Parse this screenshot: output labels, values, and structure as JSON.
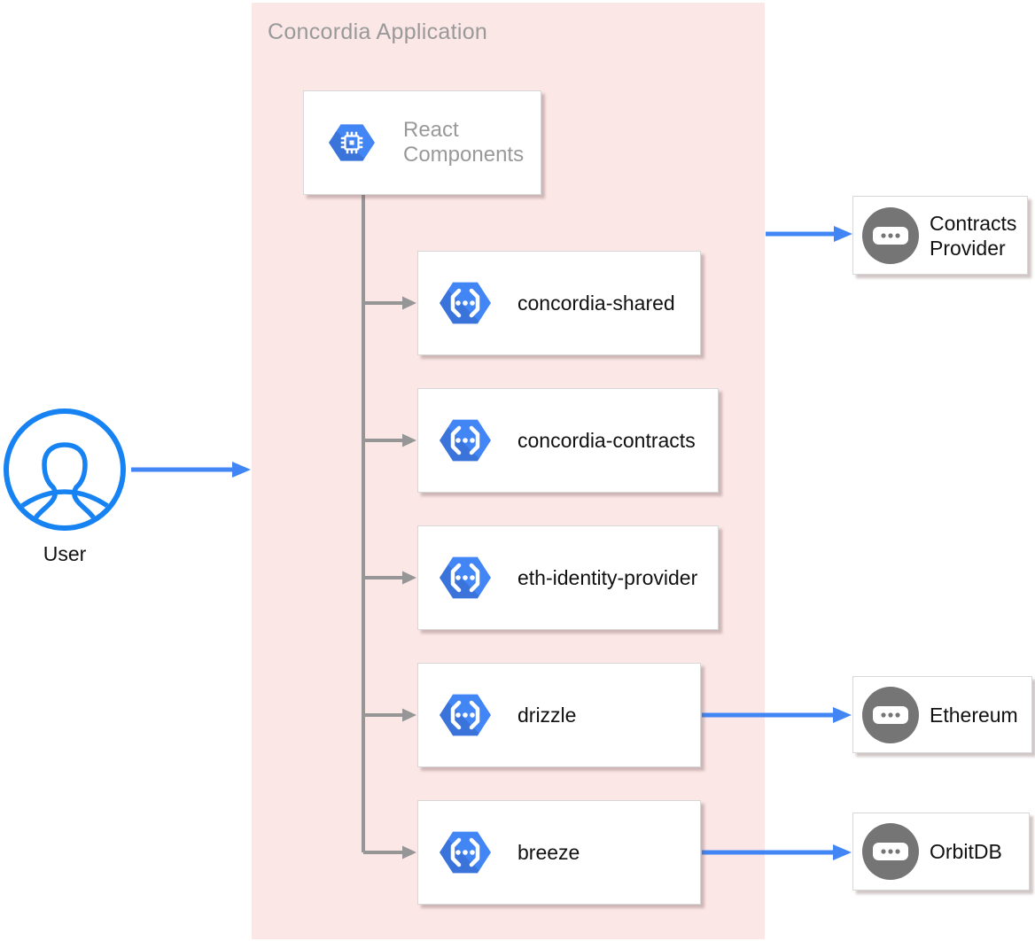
{
  "diagram": {
    "container": {
      "title": "Concordia Application"
    },
    "user": {
      "label": "User"
    },
    "react_components": {
      "label": "React Components"
    },
    "modules": [
      {
        "label": "concordia-shared"
      },
      {
        "label": "concordia-contracts"
      },
      {
        "label": "eth-identity-provider"
      },
      {
        "label": "drizzle"
      },
      {
        "label": "breeze"
      }
    ],
    "external": [
      {
        "label": "Contracts Provider"
      },
      {
        "label": "Ethereum"
      },
      {
        "label": "OrbitDB"
      }
    ],
    "icons": {
      "react_components": "chip-icon",
      "modules": "code-brackets-icon",
      "external": "dots-chip-icon",
      "user": "person-icon"
    },
    "colors": {
      "container_fill": "#fce7e7",
      "container_title": "#999999",
      "hexagon_blue": "#4285f4",
      "hexagon_blue_dark": "#3a73da",
      "external_circle_gray": "#757575",
      "blue_arrow": "#4285f4",
      "gray_connector": "#969696",
      "user_icon_blue": "#1782f2",
      "label_text": "#111111",
      "muted_text": "#999999"
    }
  }
}
